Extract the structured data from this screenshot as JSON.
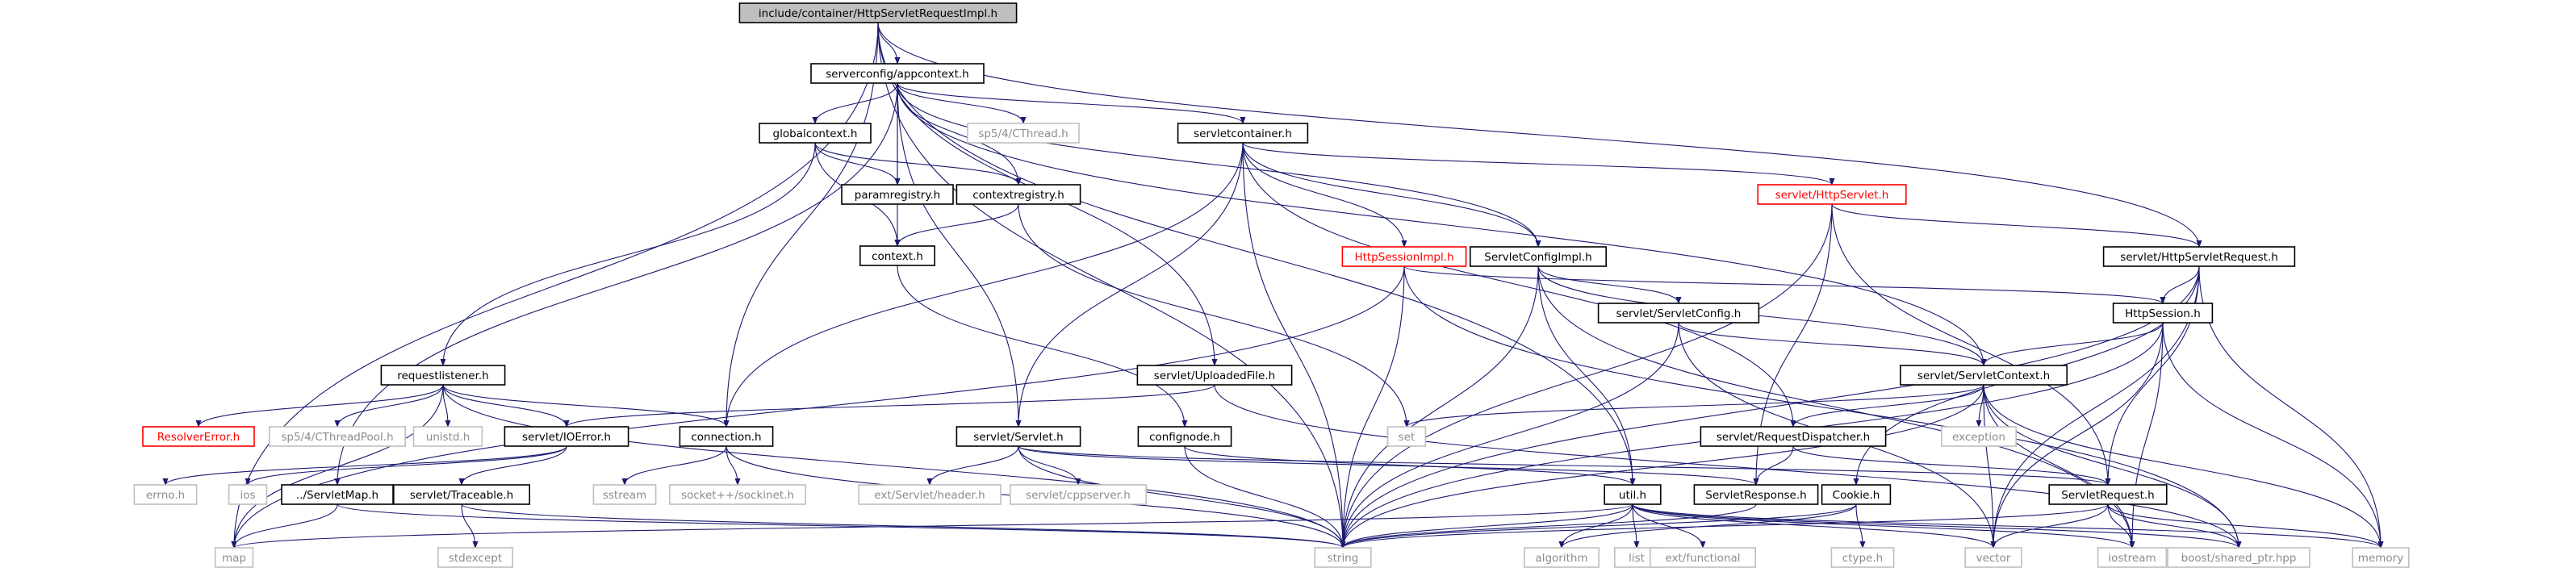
{
  "diagram": {
    "title": "include/container/HttpServletRequestImpl.h",
    "colors": {
      "root_fill": "#bfbfbf",
      "node_fill": "#ffffff",
      "node_border": "#000000",
      "external_border": "#bfbfbf",
      "external_text": "#8c8c8c",
      "link_text": "#ff0000",
      "link_border": "#ff0000",
      "edge": "#191970"
    },
    "nodes": [
      {
        "id": "root",
        "label": "include/container/HttpServletRequestImpl.h",
        "kind": "root"
      },
      {
        "id": "appcontext",
        "label": "serverconfig/appcontext.h",
        "kind": "local"
      },
      {
        "id": "globalcontext",
        "label": "globalcontext.h",
        "kind": "local"
      },
      {
        "id": "sp_cthread",
        "label": "sp5/4/CThread.h",
        "kind": "external"
      },
      {
        "id": "servletcontainer",
        "label": "servletcontainer.h",
        "kind": "local"
      },
      {
        "id": "paramregistry",
        "label": "paramregistry.h",
        "kind": "local"
      },
      {
        "id": "contextregistry",
        "label": "contextregistry.h",
        "kind": "local"
      },
      {
        "id": "context",
        "label": "context.h",
        "kind": "local"
      },
      {
        "id": "httpservlet",
        "label": "servlet/HttpServlet.h",
        "kind": "link"
      },
      {
        "id": "httpservletrequest",
        "label": "servlet/HttpServletRequest.h",
        "kind": "local"
      },
      {
        "id": "httpsessionimpl",
        "label": "HttpSessionImpl.h",
        "kind": "link"
      },
      {
        "id": "servletconfigimpl",
        "label": "ServletConfigImpl.h",
        "kind": "local"
      },
      {
        "id": "httpsession",
        "label": "HttpSession.h",
        "kind": "local"
      },
      {
        "id": "servletconfig",
        "label": "servlet/ServletConfig.h",
        "kind": "local"
      },
      {
        "id": "requestlistener",
        "label": "requestlistener.h",
        "kind": "local"
      },
      {
        "id": "uploadedfile",
        "label": "servlet/UploadedFile.h",
        "kind": "local"
      },
      {
        "id": "servletcontext",
        "label": "servlet/ServletContext.h",
        "kind": "local"
      },
      {
        "id": "resolvererror",
        "label": "ResolverError.h",
        "kind": "link"
      },
      {
        "id": "sp_cthreadpool",
        "label": "sp5/4/CThreadPool.h",
        "kind": "external"
      },
      {
        "id": "unistd",
        "label": "unistd.h",
        "kind": "external"
      },
      {
        "id": "ioerror",
        "label": "servlet/IOError.h",
        "kind": "local"
      },
      {
        "id": "connection",
        "label": "connection.h",
        "kind": "local"
      },
      {
        "id": "servlet",
        "label": "servlet/Servlet.h",
        "kind": "local"
      },
      {
        "id": "confignode",
        "label": "confignode.h",
        "kind": "local"
      },
      {
        "id": "set",
        "label": "set",
        "kind": "external"
      },
      {
        "id": "requestdispatcher",
        "label": "servlet/RequestDispatcher.h",
        "kind": "local"
      },
      {
        "id": "exception",
        "label": "exception",
        "kind": "external"
      },
      {
        "id": "errno",
        "label": "errno.h",
        "kind": "external"
      },
      {
        "id": "ios",
        "label": "ios",
        "kind": "external"
      },
      {
        "id": "servletmap",
        "label": "../ServletMap.h",
        "kind": "local"
      },
      {
        "id": "traceable",
        "label": "servlet/Traceable.h",
        "kind": "local"
      },
      {
        "id": "sstream",
        "label": "sstream",
        "kind": "external"
      },
      {
        "id": "socketsocket",
        "label": "socket++/sockinet.h",
        "kind": "external"
      },
      {
        "id": "ext_header",
        "label": "ext/Servlet/header.h",
        "kind": "external"
      },
      {
        "id": "cppserver",
        "label": "servlet/cppserver.h",
        "kind": "external"
      },
      {
        "id": "util",
        "label": "util.h",
        "kind": "local"
      },
      {
        "id": "servletresponse",
        "label": "ServletResponse.h",
        "kind": "local"
      },
      {
        "id": "cookie",
        "label": "Cookie.h",
        "kind": "local"
      },
      {
        "id": "servletrequest",
        "label": "ServletRequest.h",
        "kind": "local"
      },
      {
        "id": "map",
        "label": "map",
        "kind": "external"
      },
      {
        "id": "stdexcept",
        "label": "stdexcept",
        "kind": "external"
      },
      {
        "id": "string",
        "label": "string",
        "kind": "external"
      },
      {
        "id": "algorithm",
        "label": "algorithm",
        "kind": "external"
      },
      {
        "id": "list",
        "label": "list",
        "kind": "external"
      },
      {
        "id": "functional",
        "label": "ext/functional",
        "kind": "external"
      },
      {
        "id": "ctype",
        "label": "ctype.h",
        "kind": "external"
      },
      {
        "id": "vector",
        "label": "vector",
        "kind": "external"
      },
      {
        "id": "iostream",
        "label": "iostream",
        "kind": "external"
      },
      {
        "id": "sharedptr",
        "label": "boost/shared_ptr.hpp",
        "kind": "external"
      },
      {
        "id": "memory",
        "label": "memory",
        "kind": "external"
      }
    ],
    "edges": [
      [
        "root",
        "appcontext"
      ],
      [
        "root",
        "map"
      ],
      [
        "root",
        "string"
      ],
      [
        "root",
        "connection"
      ],
      [
        "root",
        "uploadedfile"
      ],
      [
        "root",
        "util"
      ],
      [
        "root",
        "httpservletrequest"
      ],
      [
        "appcontext",
        "globalcontext"
      ],
      [
        "appcontext",
        "sp_cthread"
      ],
      [
        "appcontext",
        "servletcontainer"
      ],
      [
        "appcontext",
        "paramregistry"
      ],
      [
        "appcontext",
        "contextregistry"
      ],
      [
        "appcontext",
        "context"
      ],
      [
        "appcontext",
        "servletconfigimpl"
      ],
      [
        "appcontext",
        "servletcontext"
      ],
      [
        "appcontext",
        "servletmap"
      ],
      [
        "appcontext",
        "servlet"
      ],
      [
        "globalcontext",
        "paramregistry"
      ],
      [
        "globalcontext",
        "contextregistry"
      ],
      [
        "globalcontext",
        "context"
      ],
      [
        "globalcontext",
        "requestlistener"
      ],
      [
        "contextregistry",
        "context"
      ],
      [
        "contextregistry",
        "set"
      ],
      [
        "context",
        "confignode"
      ],
      [
        "servletcontainer",
        "httpservlet"
      ],
      [
        "servletcontainer",
        "httpsessionimpl"
      ],
      [
        "servletcontainer",
        "servletconfigimpl"
      ],
      [
        "servletcontainer",
        "connection"
      ],
      [
        "servletcontainer",
        "servlet"
      ],
      [
        "servletcontainer",
        "requestdispatcher"
      ],
      [
        "servletcontainer",
        "string"
      ],
      [
        "httpservlet",
        "httpservletrequest"
      ],
      [
        "httpservlet",
        "servletrequest"
      ],
      [
        "httpservlet",
        "servletresponse"
      ],
      [
        "httpservlet",
        "string"
      ],
      [
        "httpservletrequest",
        "httpsession"
      ],
      [
        "httpservletrequest",
        "servletrequest"
      ],
      [
        "httpservletrequest",
        "cookie"
      ],
      [
        "httpservletrequest",
        "vector"
      ],
      [
        "httpservletrequest",
        "string"
      ],
      [
        "httpservletrequest",
        "memory"
      ],
      [
        "httpsessionimpl",
        "httpsession"
      ],
      [
        "httpsessionimpl",
        "string"
      ],
      [
        "httpsessionimpl",
        "map"
      ],
      [
        "httpsessionimpl",
        "sharedptr"
      ],
      [
        "servletconfigimpl",
        "servletconfig"
      ],
      [
        "servletconfigimpl",
        "servletcontext"
      ],
      [
        "servletconfigimpl",
        "util"
      ],
      [
        "servletconfigimpl",
        "string"
      ],
      [
        "servletconfigimpl",
        "iostream"
      ],
      [
        "httpsession",
        "servletcontext"
      ],
      [
        "httpsession",
        "string"
      ],
      [
        "httpsession",
        "vector"
      ],
      [
        "httpsession",
        "iostream"
      ],
      [
        "httpsession",
        "memory"
      ],
      [
        "servletconfig",
        "servletcontext"
      ],
      [
        "servletconfig",
        "string"
      ],
      [
        "servletconfig",
        "vector"
      ],
      [
        "requestlistener",
        "resolvererror"
      ],
      [
        "requestlistener",
        "sp_cthreadpool"
      ],
      [
        "requestlistener",
        "unistd"
      ],
      [
        "requestlistener",
        "ioerror"
      ],
      [
        "requestlistener",
        "connection"
      ],
      [
        "requestlistener",
        "map"
      ],
      [
        "requestlistener",
        "string"
      ],
      [
        "uploadedfile",
        "ioerror"
      ],
      [
        "uploadedfile",
        "sharedptr"
      ],
      [
        "servletcontext",
        "set"
      ],
      [
        "servletcontext",
        "requestdispatcher"
      ],
      [
        "servletcontext",
        "exception"
      ],
      [
        "servletcontext",
        "string"
      ],
      [
        "servletcontext",
        "vector"
      ],
      [
        "servletcontext",
        "iostream"
      ],
      [
        "servletcontext",
        "sharedptr"
      ],
      [
        "servletcontext",
        "memory"
      ],
      [
        "ioerror",
        "errno"
      ],
      [
        "ioerror",
        "ios"
      ],
      [
        "ioerror",
        "traceable"
      ],
      [
        "connection",
        "sstream"
      ],
      [
        "connection",
        "socketsocket"
      ],
      [
        "connection",
        "string"
      ],
      [
        "servlet",
        "ext_header"
      ],
      [
        "servlet",
        "cppserver"
      ],
      [
        "servlet",
        "servletrequest"
      ],
      [
        "servlet",
        "servletresponse"
      ],
      [
        "servlet",
        "string"
      ],
      [
        "confignode",
        "util"
      ],
      [
        "confignode",
        "string"
      ],
      [
        "requestdispatcher",
        "servletrequest"
      ],
      [
        "requestdispatcher",
        "servletresponse"
      ],
      [
        "servletmap",
        "map"
      ],
      [
        "servletmap",
        "string"
      ],
      [
        "traceable",
        "stdexcept"
      ],
      [
        "traceable",
        "string"
      ],
      [
        "util",
        "string"
      ],
      [
        "util",
        "map"
      ],
      [
        "util",
        "algorithm"
      ],
      [
        "util",
        "list"
      ],
      [
        "util",
        "functional"
      ],
      [
        "util",
        "vector"
      ],
      [
        "util",
        "iostream"
      ],
      [
        "util",
        "sharedptr"
      ],
      [
        "util",
        "memory"
      ],
      [
        "servletresponse",
        "string"
      ],
      [
        "cookie",
        "string"
      ],
      [
        "cookie",
        "ctype"
      ],
      [
        "cookie",
        "algorithm"
      ],
      [
        "servletrequest",
        "string"
      ],
      [
        "servletrequest",
        "vector"
      ],
      [
        "servletrequest",
        "iostream"
      ],
      [
        "servletrequest",
        "sharedptr"
      ],
      [
        "servletrequest",
        "memory"
      ]
    ]
  }
}
